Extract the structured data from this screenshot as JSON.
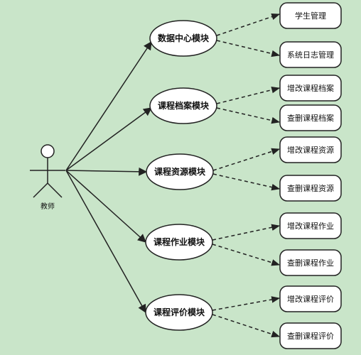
{
  "actor": {
    "label": "教师"
  },
  "modules": [
    {
      "id": "m1",
      "label": "数据中心模块",
      "functions": [
        "学生管理",
        "系统日志管理"
      ]
    },
    {
      "id": "m2",
      "label": "课程档案模块",
      "functions": [
        "增改课程档案",
        "查删课程档案"
      ]
    },
    {
      "id": "m3",
      "label": "课程资源模块",
      "functions": [
        "增改课程资源",
        "查删课程资源"
      ]
    },
    {
      "id": "m4",
      "label": "课程作业模块",
      "functions": [
        "增改课程作业",
        "查删课程作业"
      ]
    },
    {
      "id": "m5",
      "label": "课程评价模块",
      "functions": [
        "增改课程评价",
        "查删课程评价"
      ]
    }
  ],
  "colors": {
    "background": "#c9e5c9",
    "node_fill": "#ffffff",
    "stroke": "#222222"
  }
}
